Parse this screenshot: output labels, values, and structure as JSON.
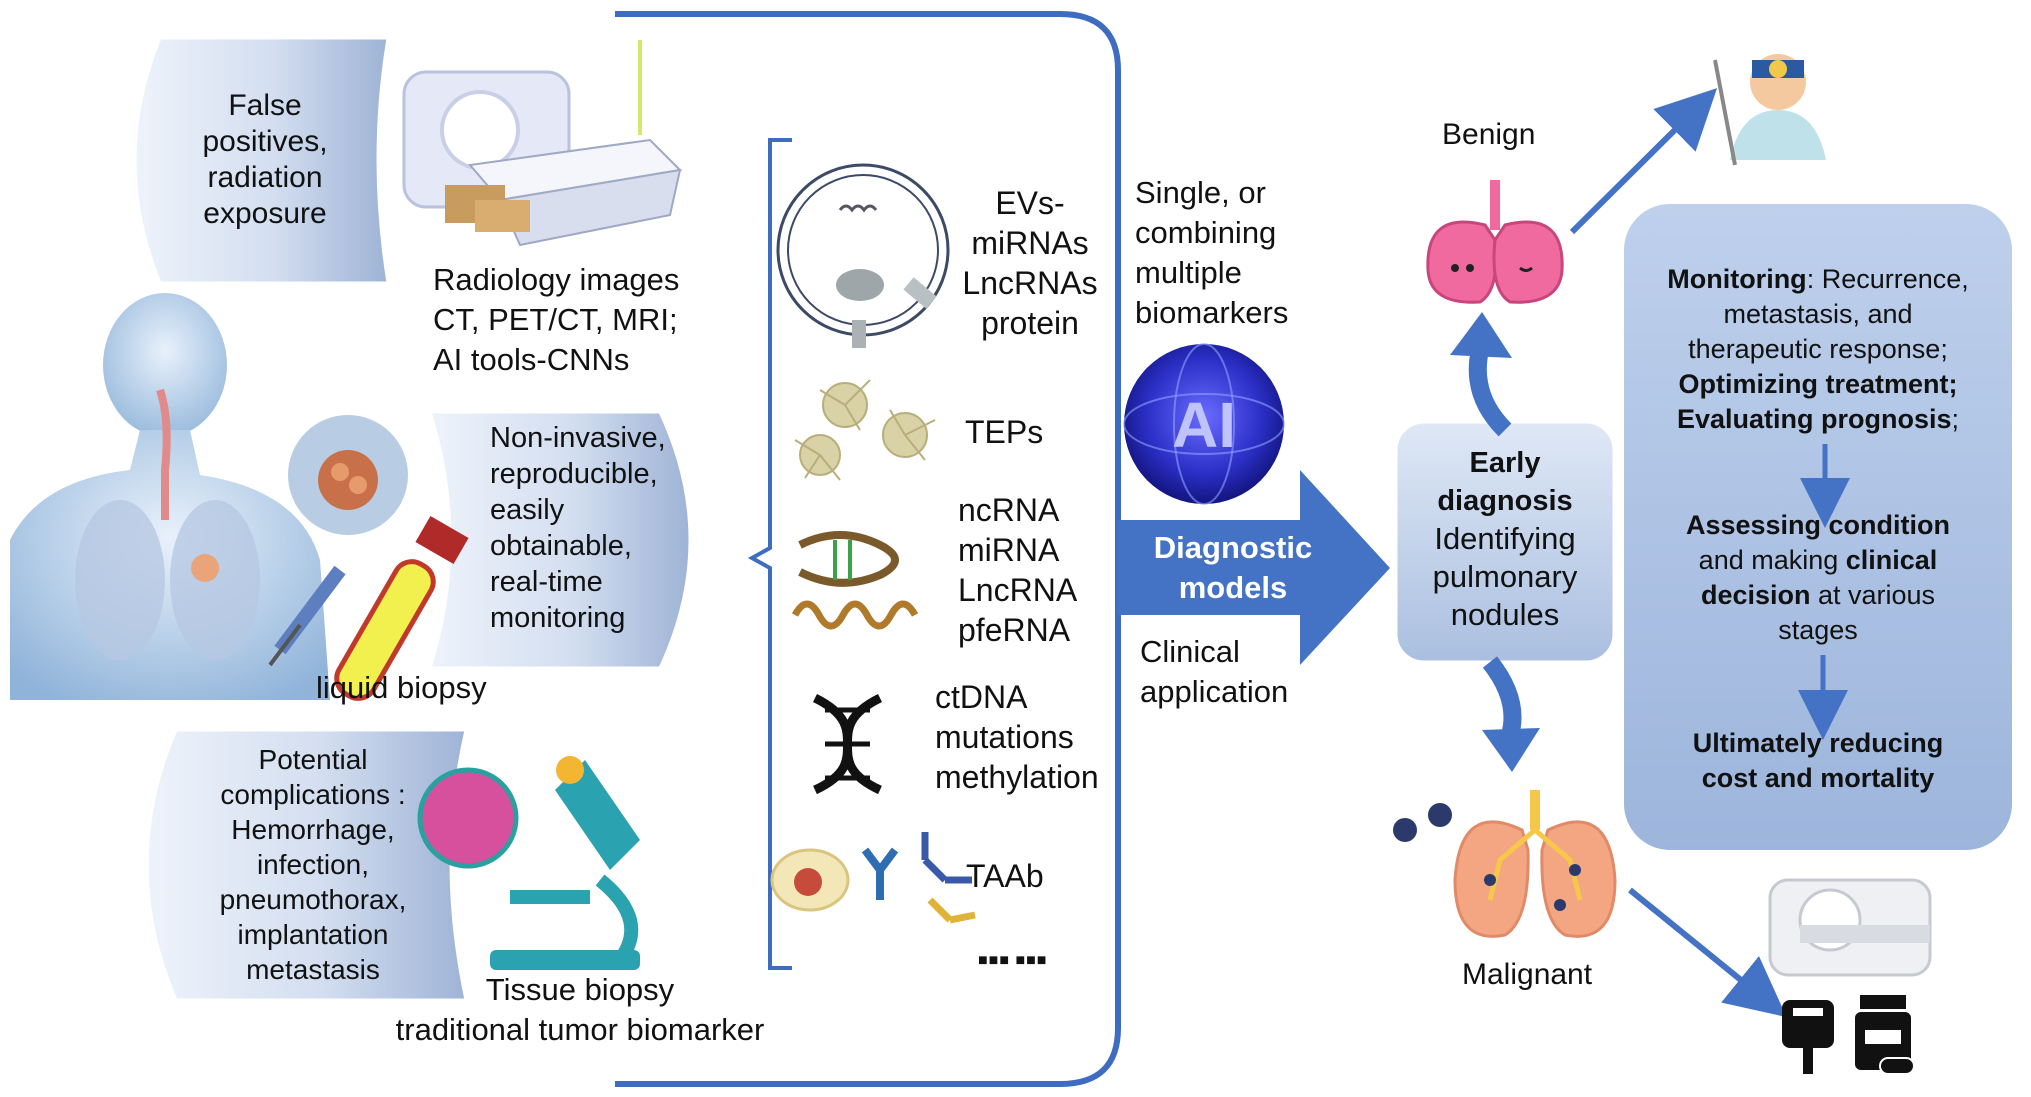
{
  "left": {
    "radiology_callout": [
      "False",
      "positives,",
      "radiation",
      "exposure"
    ],
    "radiology_caption": [
      "Radiology images",
      "CT, PET/CT, MRI;",
      "AI tools-CNNs"
    ],
    "liquid_callout": [
      "Non-invasive,",
      "reproducible,",
      "easily",
      "obtainable,",
      "real-time",
      "monitoring"
    ],
    "liquid_caption": "liquid biopsy",
    "tissue_callout": [
      "Potential",
      "complications :",
      "Hemorrhage,",
      "infection,",
      "pneumothorax,",
      "implantation",
      "metastasis"
    ],
    "tissue_caption": [
      "Tissue biopsy",
      "traditional tumor biomarker"
    ]
  },
  "biomarkers": {
    "evs": [
      "EVs-",
      "miRNAs",
      "LncRNAs",
      "protein"
    ],
    "teps": "TEPs",
    "ncrna": [
      "ncRNA",
      "miRNA",
      "LncRNA",
      "pfeRNA"
    ],
    "ctdna": [
      "ctDNA",
      "mutations",
      "methylation"
    ],
    "taab": "TAAb",
    "more": "■■■ ■■■"
  },
  "center": {
    "combining": [
      "Single, or",
      "combining",
      "multiple",
      "biomarkers"
    ],
    "ai_badge": "AI",
    "arrow_label": [
      "Diagnostic",
      "models"
    ],
    "clinical": [
      "Clinical",
      "application"
    ]
  },
  "right": {
    "benign": "Benign",
    "malignant": "Malignant",
    "early_bold": [
      "Early",
      "diagnosis"
    ],
    "early_rest": [
      "Identifying",
      "pulmonary",
      "nodules"
    ],
    "monitoring_bold": "Monitoring",
    "monitoring_rest": ":  Recurrence,",
    "monitoring_lines": [
      "metastasis, and",
      "therapeutic response;"
    ],
    "optimizing": "Optimizing treatment;",
    "evaluating": "Evaluating prognosis",
    "evaluating_tail": ";",
    "assessing_bold": "Assessing condition",
    "assessing_mid": "and making ",
    "assessing_bold2": "clinical",
    "assessing_bold3": "decision",
    "assessing_tail": " at various",
    "assessing_last": "stages",
    "ultimately": [
      "Ultimately reducing",
      "cost and mortality"
    ]
  },
  "colors": {
    "accent_blue": "#4472c4",
    "callout_light": "#dbe5f4",
    "callout_dark": "#9fb6d9",
    "lung_pink": "#f06aa0",
    "lung_orange": "#f4a582"
  }
}
